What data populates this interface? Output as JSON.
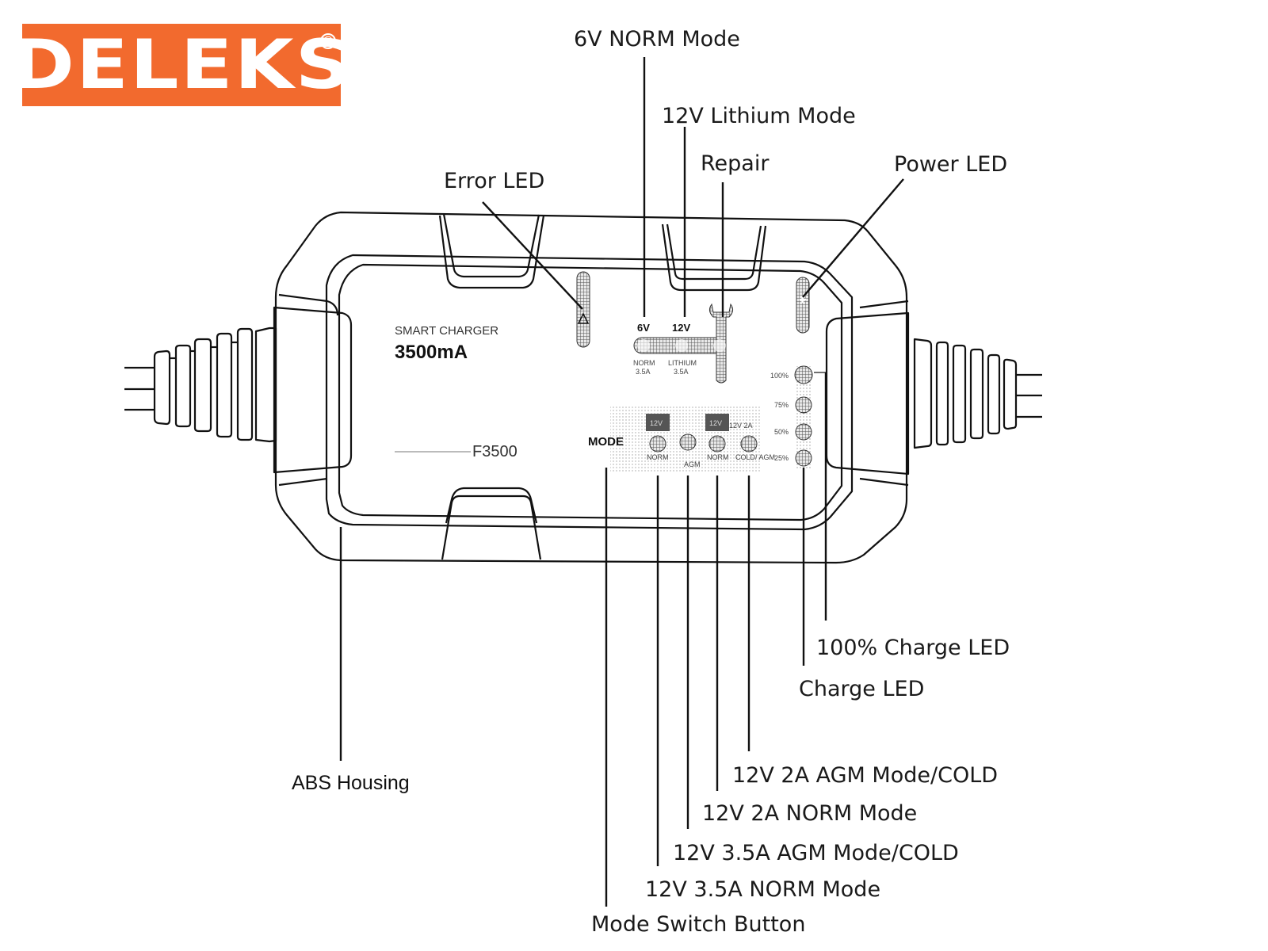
{
  "brand": {
    "name": "DELEKS",
    "mark": "®",
    "color": "#f26a2e"
  },
  "device": {
    "title": "SMART CHARGER",
    "rating": "3500mA",
    "model": "F3500",
    "panel": {
      "top_voltage_labels": [
        "6V",
        "12V"
      ],
      "top_mode_labels": [
        [
          "NORM",
          "3.5A"
        ],
        [
          "LITHIUM",
          "3.5A"
        ]
      ],
      "mode_button_label": "MODE",
      "mode_group_headers": [
        "12V",
        "12V",
        "12V 2A"
      ],
      "mode_led_labels": [
        "NORM",
        "AGM",
        "NORM",
        "COLD/ AGM"
      ],
      "charge_levels": [
        "100%",
        "75%",
        "50%",
        "25%"
      ]
    }
  },
  "callouts": {
    "six_v_norm": "6V NORM Mode",
    "twelve_v_lithium": "12V Lithium Mode",
    "repair": "Repair",
    "error_led": "Error LED",
    "power_led": "Power LED",
    "full_charge_led": "100% Charge LED",
    "charge_led": "Charge LED",
    "twelve_v_2a_agm": "12V 2A AGM Mode/COLD",
    "twelve_v_2a_norm": "12V 2A NORM Mode",
    "twelve_v_35a_agm": "12V 3.5A AGM Mode/COLD",
    "twelve_v_35a_norm": "12V 3.5A NORM Mode",
    "mode_switch": "Mode Switch Button",
    "abs_housing": "ABS Housing"
  }
}
